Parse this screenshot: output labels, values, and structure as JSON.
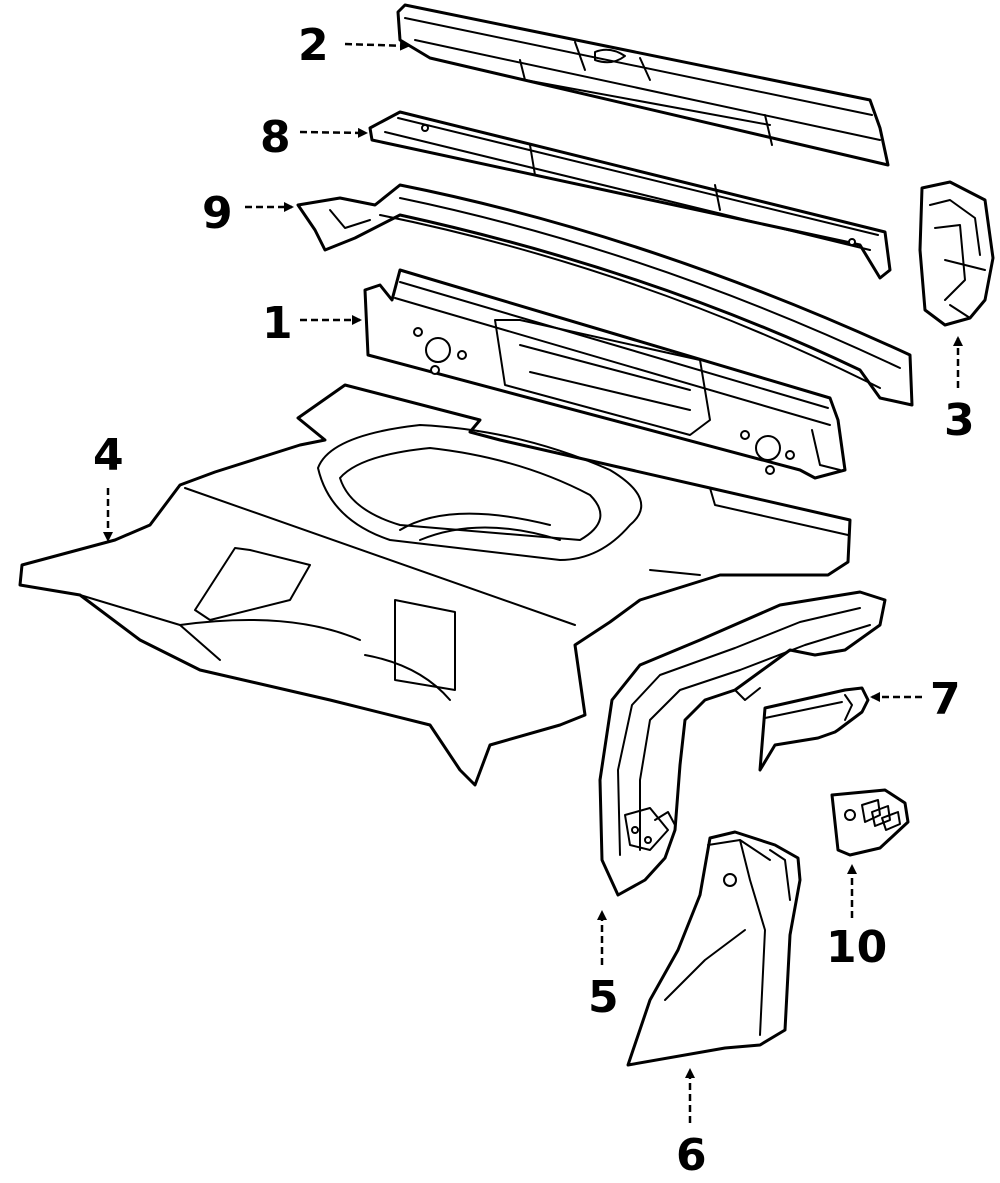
{
  "diagram": {
    "colors": {
      "line": "#000000",
      "background": "#ffffff"
    },
    "callouts": [
      {
        "id": "c1",
        "number": "1"
      },
      {
        "id": "c2",
        "number": "2"
      },
      {
        "id": "c3",
        "number": "3"
      },
      {
        "id": "c4",
        "number": "4"
      },
      {
        "id": "c5",
        "number": "5"
      },
      {
        "id": "c6",
        "number": "6"
      },
      {
        "id": "c7",
        "number": "7"
      },
      {
        "id": "c8",
        "number": "8"
      },
      {
        "id": "c9",
        "number": "9"
      },
      {
        "id": "c10",
        "number": "10"
      }
    ]
  }
}
